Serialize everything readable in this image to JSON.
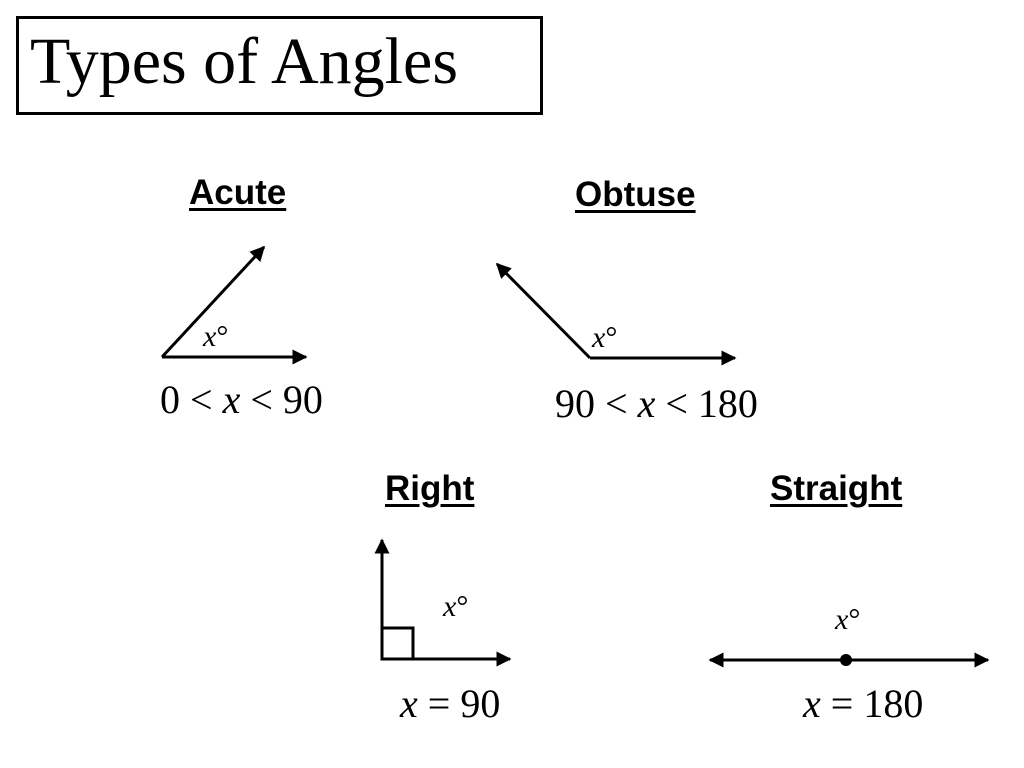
{
  "title": "Types of Angles",
  "angles": [
    {
      "name": "Acute",
      "label_var": "x",
      "label_unit": "°",
      "formula": [
        "0",
        "<",
        "x",
        "<",
        "90"
      ]
    },
    {
      "name": "Obtuse",
      "label_var": "x",
      "label_unit": "°",
      "formula": [
        "90",
        "<",
        "x",
        "<",
        "180"
      ]
    },
    {
      "name": "Right",
      "label_var": "x",
      "label_unit": "°",
      "formula": [
        "x",
        "=",
        "90"
      ]
    },
    {
      "name": "Straight",
      "label_var": "x",
      "label_unit": "°",
      "formula": [
        "x",
        "=",
        "180"
      ]
    }
  ],
  "colors": {
    "ink": "#000000",
    "background": "#ffffff"
  }
}
